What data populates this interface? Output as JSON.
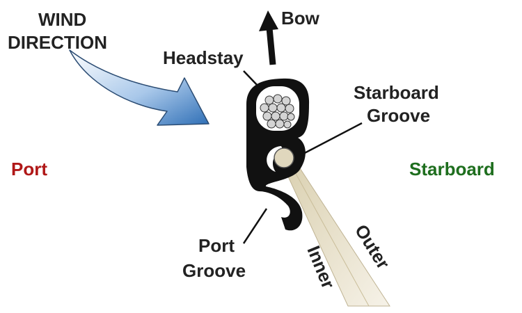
{
  "labels": {
    "wind_direction_line1": "WIND",
    "wind_direction_line2": "DIRECTION",
    "bow": "Bow",
    "headstay": "Headstay",
    "starboard_groove_line1": "Starboard",
    "starboard_groove_line2": "Groove",
    "port": "Port",
    "starboard": "Starboard",
    "port_groove_line1": "Port",
    "port_groove_line2": "Groove",
    "inner": "Inner",
    "outer": "Outer"
  },
  "colors": {
    "text": "#222222",
    "port": "#b01818",
    "starboard": "#1e6e1e",
    "foil": "#111111",
    "wind_arrow": "#3d7fc4",
    "sail": "#ddd3b6",
    "cable": "#d0d0d0"
  },
  "icons": {
    "wind_arrow": "curved-arrow-icon",
    "bow_arrow": "up-arrow-icon"
  }
}
